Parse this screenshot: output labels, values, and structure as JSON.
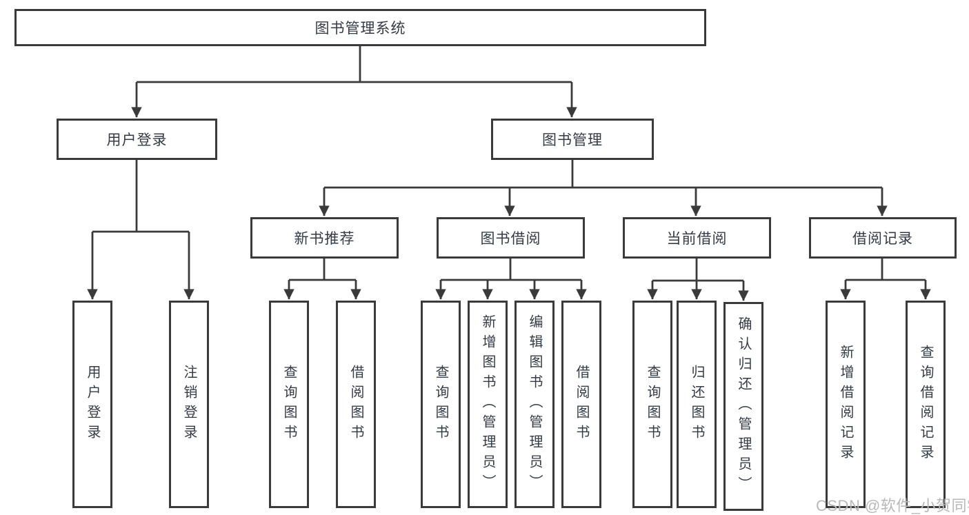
{
  "tree": {
    "label": "图书管理系统",
    "children": [
      {
        "label": "用户登录",
        "children": [
          {
            "label": "用户登录"
          },
          {
            "label": "注销登录"
          }
        ]
      },
      {
        "label": "图书管理",
        "children": [
          {
            "label": "新书推荐",
            "children": [
              {
                "label": "查询图书"
              },
              {
                "label": "借阅图书"
              }
            ]
          },
          {
            "label": "图书借阅",
            "children": [
              {
                "label": "查询图书"
              },
              {
                "label": "新增图书（管理员）"
              },
              {
                "label": "编辑图书（管理员）"
              },
              {
                "label": "借阅图书"
              }
            ]
          },
          {
            "label": "当前借阅",
            "children": [
              {
                "label": "查询图书"
              },
              {
                "label": "归还图书"
              },
              {
                "label": "确认归还（管理员）"
              }
            ]
          },
          {
            "label": "借阅记录",
            "children": [
              {
                "label": "新增借阅记录"
              },
              {
                "label": "查询借阅记录"
              }
            ]
          }
        ]
      }
    ]
  },
  "watermark": "CSDN @软件_小贺同学",
  "colors": {
    "line": "#3a3a3a",
    "text": "#343b46",
    "background": "#ffffff",
    "watermark": "#b8b8b8"
  }
}
